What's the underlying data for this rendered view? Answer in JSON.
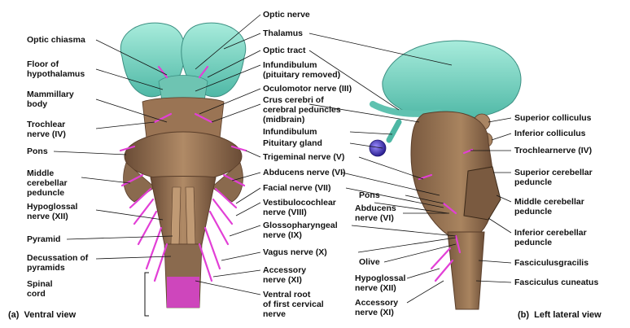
{
  "ventral": {
    "caption": "(a)  Ventral view",
    "left_labels": [
      "Optic chiasma",
      "Floor of\nhypothalamus",
      "Mammillary\nbody",
      "Trochlear\nnerve (IV)",
      "Pons",
      "Middle\ncerebellar\npeduncle",
      "Hypoglossal\nnerve (XII)",
      "Pyramid",
      "Decussation of\npyramids",
      "Spinal\ncord"
    ],
    "center_labels": [
      "Optic nerve",
      "Thalamus",
      "Optic tract",
      "Infundibulum\n(pituitary removed)",
      "Oculomotor nerve (III)",
      "Crus cerebri of\ncerebral peduncles\n(midbrain)",
      "Infundibulum",
      "Pituitary gland",
      "Trigeminal nerve (V)",
      "Abducens nerve (VI)",
      "Facial nerve (VII)",
      "Vestibulocochlear\nnerve (VIII)",
      "Glossopharyngeal\nnerve (IX)",
      "Vagus nerve (X)",
      "Accessory\nnerve (XI)",
      "Ventral root\nof first cervical\nnerve"
    ]
  },
  "lateral": {
    "caption": "(b)  Left lateral view",
    "right_labels": [
      "Superior colliculus",
      "Inferior colliculus",
      "Trochlearnerve (IV)",
      "Superior cerebellar\npeduncle",
      "Middle cerebellar\npeduncle",
      "Inferior cerebellar\npeduncle",
      "Fasciculusgracilis",
      "Fasciculus cuneatus"
    ],
    "inner_labels": [
      "Pons",
      "Abducens\nnerve (VI)",
      "Olive",
      "Hypoglossal\nnerve (XII)",
      "Accessory\nnerve (XI)"
    ]
  },
  "colors": {
    "thalamus": "#7fd6c4",
    "brainstem": "#8a6a4e",
    "brainstem_light": "#a98563",
    "nerve": "#e23fd6",
    "pituitary": "#3a2fb0"
  }
}
